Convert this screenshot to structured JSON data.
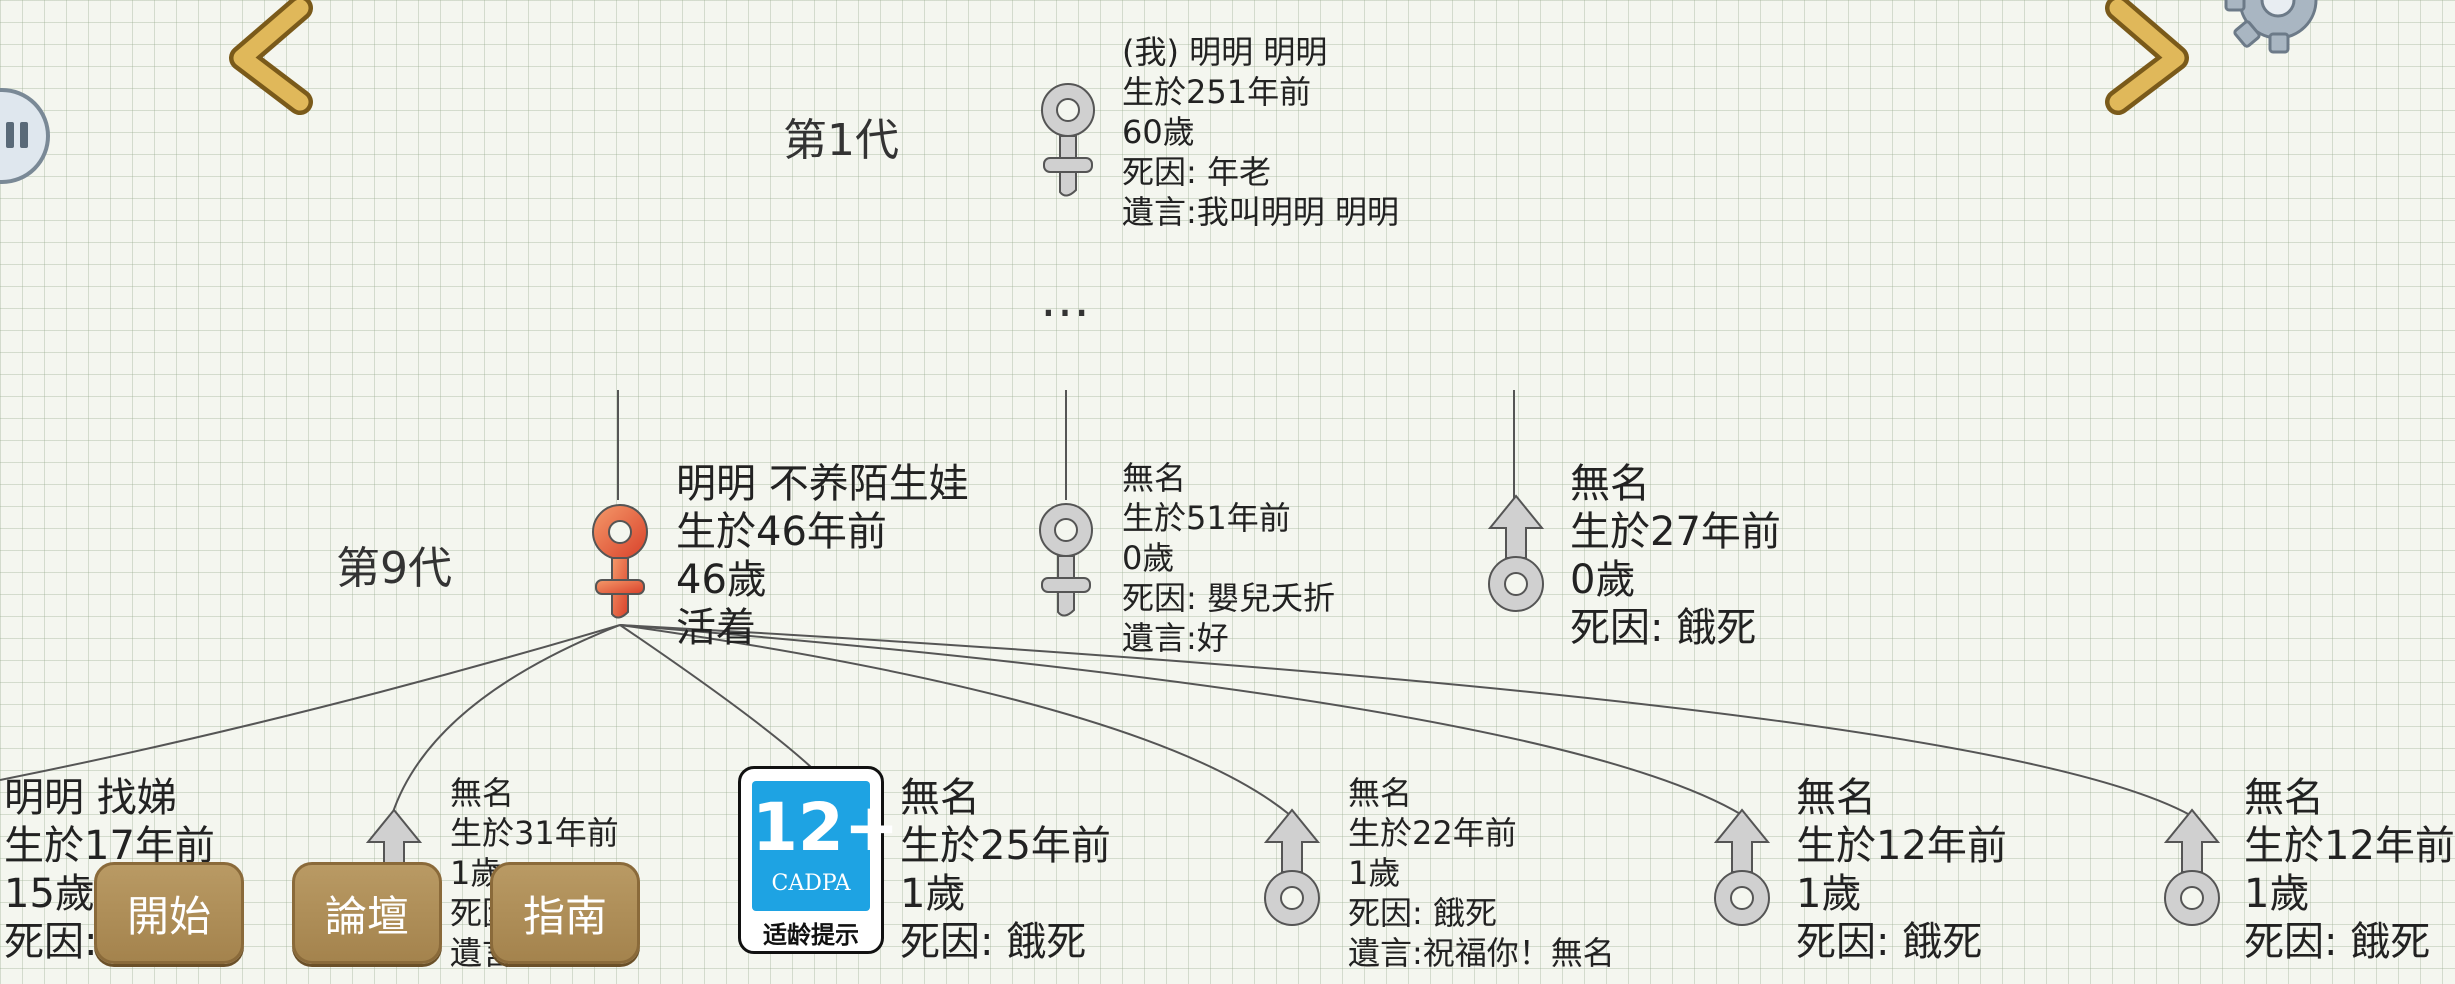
{
  "generations": [
    {
      "label": "第1代"
    },
    {
      "label": "第9代"
    }
  ],
  "ellipsis": "…",
  "ancestor": {
    "lines": [
      "(我) 明明 明明",
      "生於251年前",
      "60歲",
      "死因:  年老",
      "遺言:我叫明明 明明"
    ],
    "gender": "female",
    "color": "grey"
  },
  "gen9": [
    {
      "lines": [
        "明明 不养陌生娃",
        "生於46年前",
        "46歲",
        "活着"
      ],
      "gender": "female",
      "color": "orange"
    },
    {
      "lines": [
        "無名",
        "生於51年前",
        "0歲",
        "死因:  嬰兒夭折",
        "遺言:好"
      ],
      "gender": "female",
      "color": "grey"
    },
    {
      "lines": [
        "無名",
        "生於27年前",
        "0歲",
        "死因:  餓死"
      ],
      "gender": "male",
      "color": "grey"
    }
  ],
  "children": [
    {
      "lines": [
        "明明 找娣",
        "生於17年前",
        "15歲",
        "死因:  餓死"
      ],
      "gender": "none"
    },
    {
      "lines": [
        "無名",
        "生於31年前",
        "1歲",
        "死因:  餓死",
        "遺言:好"
      ],
      "gender": "male"
    },
    {
      "lines": [
        "無名",
        "生於25年前",
        "1歲",
        "死因:  餓死"
      ],
      "gender": "none"
    },
    {
      "lines": [
        "無名",
        "生於22年前",
        "1歲",
        "死因:  餓死",
        "遺言:祝福你！無名"
      ],
      "gender": "male"
    },
    {
      "lines": [
        "無名",
        "生於12年前",
        "1歲",
        "死因:  餓死"
      ],
      "gender": "male"
    },
    {
      "lines": [
        "無名",
        "生於12年前",
        "1歲",
        "死因:  餓死"
      ],
      "gender": "male"
    }
  ],
  "buttons": {
    "start": "開始",
    "forum": "論壇",
    "guide": "指南"
  },
  "age_badge": {
    "rating": "12+",
    "org": "CADPA",
    "hint": "适龄提示"
  },
  "colors": {
    "orange_symbol": "#e86a3a",
    "grey_symbol": "#c8c8c8",
    "wood_button": "#a98a55",
    "badge_blue": "#1ea3e3"
  },
  "icons": [
    "chevron-left-icon",
    "chevron-right-icon",
    "gear-icon",
    "pause-icon",
    "female-symbol-icon",
    "male-symbol-icon"
  ]
}
